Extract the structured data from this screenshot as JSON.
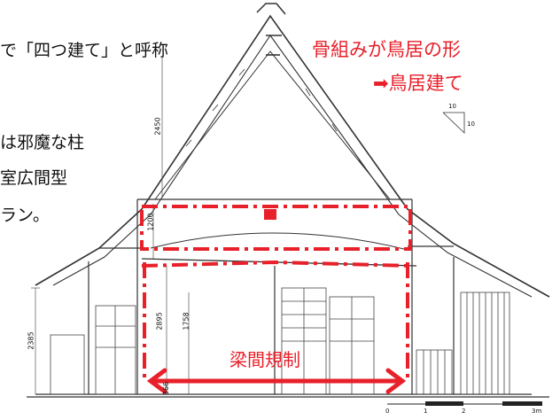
{
  "left_text": {
    "line1": "で「四つ建て」と呼称",
    "line2": "は邪魔な柱",
    "line3": "室広間型",
    "line4": "ラン。"
  },
  "annotations": {
    "torii_shape": "骨組みが鳥居の形",
    "torii_build": "➡鳥居建て",
    "beam_limit": "梁間規制"
  },
  "dimensions": {
    "d2450": "2450",
    "d1200": "1200",
    "d2895": "2895",
    "d1758": "1758",
    "d2385": "2385",
    "d366": "366"
  },
  "slope": {
    "run": "10",
    "rise": "10"
  },
  "scale_bar": {
    "labels": [
      "0",
      "1",
      "2",
      "3m"
    ]
  },
  "colors": {
    "accent": "#e8202a",
    "ink": "#333333"
  }
}
